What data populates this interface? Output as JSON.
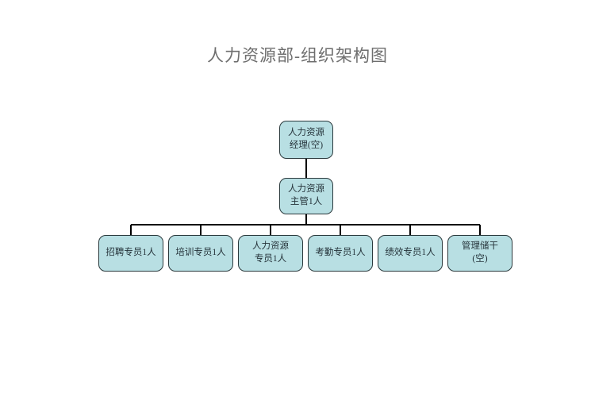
{
  "title": "人力资源部-组织架构图",
  "colors": {
    "node_fill": "#b8dfe3",
    "node_border": "#2b3a3d",
    "connector": "#000000",
    "title_text": "#6e6e6e",
    "node_text": "#25333a",
    "background": "#ffffff"
  },
  "chart_data": {
    "type": "diagram",
    "diagram_type": "organization-chart",
    "title": "人力资源部-组织架构图",
    "orientation": "top-down",
    "levels": 3,
    "nodes": [
      {
        "id": "hr-manager",
        "label": "人力资源\n经理(空)",
        "level": 1,
        "parent": null,
        "headcount": 0,
        "vacant": true
      },
      {
        "id": "hr-superv",
        "label": "人力资源\n主管1人",
        "level": 2,
        "parent": "hr-manager",
        "headcount": 1,
        "vacant": false
      },
      {
        "id": "recruit-spec",
        "label": "招聘专员1人",
        "level": 3,
        "parent": "hr-superv",
        "headcount": 1,
        "vacant": false
      },
      {
        "id": "training-spec",
        "label": "培训专员1人",
        "level": 3,
        "parent": "hr-superv",
        "headcount": 1,
        "vacant": false
      },
      {
        "id": "hr-spec",
        "label": "人力资源\n专员1人",
        "level": 3,
        "parent": "hr-superv",
        "headcount": 1,
        "vacant": false
      },
      {
        "id": "attend-spec",
        "label": "考勤专员1人",
        "level": 3,
        "parent": "hr-superv",
        "headcount": 1,
        "vacant": false
      },
      {
        "id": "perf-spec",
        "label": "绩效专员1人",
        "level": 3,
        "parent": "hr-superv",
        "headcount": 1,
        "vacant": false
      },
      {
        "id": "mgmt-trainee",
        "label": "管理储干\n(空)",
        "level": 3,
        "parent": "hr-superv",
        "headcount": 0,
        "vacant": true
      }
    ],
    "edges": [
      {
        "from": "hr-manager",
        "to": "hr-superv"
      },
      {
        "from": "hr-superv",
        "to": "recruit-spec"
      },
      {
        "from": "hr-superv",
        "to": "training-spec"
      },
      {
        "from": "hr-superv",
        "to": "hr-spec"
      },
      {
        "from": "hr-superv",
        "to": "attend-spec"
      },
      {
        "from": "hr-superv",
        "to": "perf-spec"
      },
      {
        "from": "hr-superv",
        "to": "mgmt-trainee"
      }
    ]
  }
}
